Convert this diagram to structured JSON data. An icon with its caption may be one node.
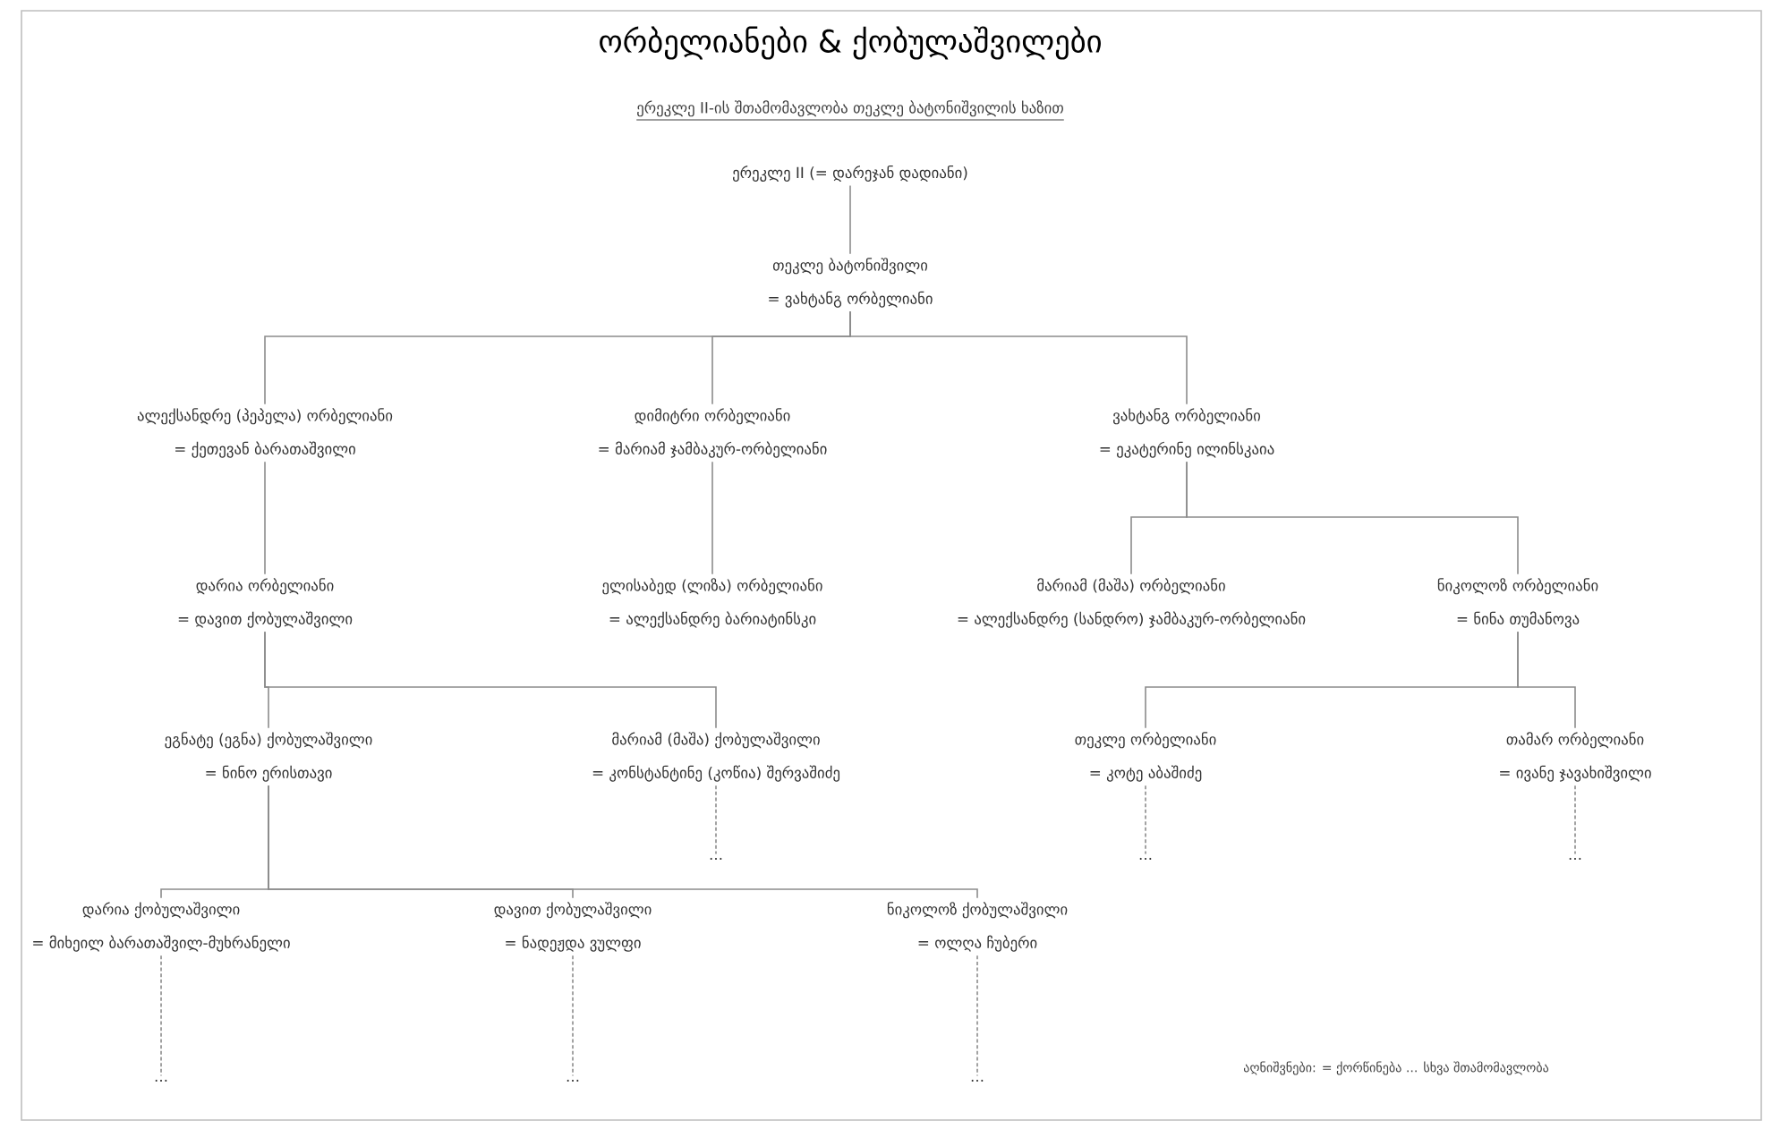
{
  "diagram": {
    "title": "ორბელიანები & ქობულაშვილები",
    "nodes": [
      {
        "text": [
          "ერეკლე II (= დარეჯან დადიანი)"
        ]
      },
      {
        "text": [
          "თეკლე ბატონიშვილი",
          "= ვახტანგ ორბელიანი"
        ]
      },
      {
        "text": [
          "ალექსანდრე (პეპელა) ორბელიანი",
          "= ქეთევან ბარათაშვილი"
        ]
      },
      {
        "text": [
          "დიმიტრი ორბელიანი",
          "= მარიამ ჯამბაკურ-ორბელიანი"
        ]
      },
      {
        "text": [
          "ვახტანგ ორბელიანი",
          "= ეკატერინე ილინსკაია"
        ]
      },
      {
        "text": [
          "დარია ორბელიანი",
          "= დავით ქობულაშვილი"
        ]
      },
      {
        "text": [
          "ელისაბედ (ლიზა) ორბელიანი",
          "= ალექსანდრე ბარიატინსკი"
        ]
      },
      {
        "text": [
          "მარიამ (მაშა) ორბელიანი",
          "= ალექსანდრე (სანდრო) ჯამბაკურ-ორბელიანი"
        ]
      },
      {
        "text": [
          "ნიკოლოზ ორბელიანი",
          "= ნინა თუმანოვა"
        ]
      },
      {
        "text": [
          "ეგნატე (ეგნა) ქობულაშვილი",
          "= ნინო ერისთავი"
        ]
      },
      {
        "text": [
          "მარიამ (მაშა) ქობულაშვილი",
          "= კონსტანტინე (კოწია) შერვაშიძე"
        ]
      },
      {
        "text": [
          "თეკლე ორბელიანი",
          "= კოტე აბაშიძე"
        ]
      },
      {
        "text": [
          "თამარ ორბელიანი",
          "= ივანე ჯავახიშვილი"
        ]
      },
      {
        "text": [
          "დარია ქობულაშვილი",
          "= მიხეილ ბარათაშვილ-მუხრანელი"
        ]
      },
      {
        "text": [
          "დავით ქობულაშვილი",
          "= ნადეჟდა ვულფი"
        ]
      },
      {
        "text": [
          "ნიკოლოზ ქობულაშვილი",
          "= ოლღა ჩუბერი"
        ]
      },
      {
        "text": [
          "..."
        ]
      },
      {
        "text": [
          "..."
        ]
      },
      {
        "text": [
          "..."
        ]
      },
      {
        "text": [
          "..."
        ]
      },
      {
        "text": [
          "..."
        ]
      },
      {
        "text": [
          "..."
        ]
      }
    ],
    "edges": [
      {
        "from": 0,
        "to": 1,
        "arrow": "none"
      },
      {
        "from": 1,
        "to": 2,
        "arrow": "none"
      },
      {
        "from": 1,
        "to": 3,
        "arrow": "none"
      },
      {
        "from": 1,
        "to": 4,
        "arrow": "none"
      },
      {
        "from": 2,
        "to": 5,
        "arrow": "none"
      },
      {
        "from": 3,
        "to": 6,
        "arrow": "none"
      },
      {
        "from": 4,
        "to": 7,
        "arrow": "none"
      },
      {
        "from": 4,
        "to": 8,
        "arrow": "none"
      },
      {
        "from": 5,
        "to": 9,
        "arrow": "none"
      },
      {
        "from": 5,
        "to": 10,
        "arrow": "none"
      },
      {
        "from": 8,
        "to": 11,
        "arrow": "none"
      },
      {
        "from": 8,
        "to": 12,
        "arrow": "none"
      },
      {
        "from": 9,
        "to": 13,
        "arrow": "none"
      },
      {
        "from": 9,
        "to": 14,
        "arrow": "none"
      },
      {
        "from": 9,
        "to": 15,
        "arrow": "none"
      },
      {
        "from": 10,
        "to": 16,
        "arrow": "none",
        "style": "dashed"
      },
      {
        "from": 11,
        "to": 17,
        "arrow": "none",
        "style": "dashed"
      },
      {
        "from": 12,
        "to": 18,
        "arrow": "none",
        "style": "dashed"
      },
      {
        "from": 13,
        "to": 19,
        "arrow": "none",
        "style": "dashed"
      },
      {
        "from": 14,
        "to": 20,
        "arrow": "none",
        "style": "dashed"
      },
      {
        "from": 15,
        "to": 21,
        "arrow": "none",
        "style": "dashed"
      }
    ],
    "labels": [
      "ერეკლე II-ის შთამომავლობა თეკლე ბატონიშვილის ხაზით",
      "აღნიშვნები: = ქორწინება ... სხვა შთამომავლობა"
    ]
  }
}
